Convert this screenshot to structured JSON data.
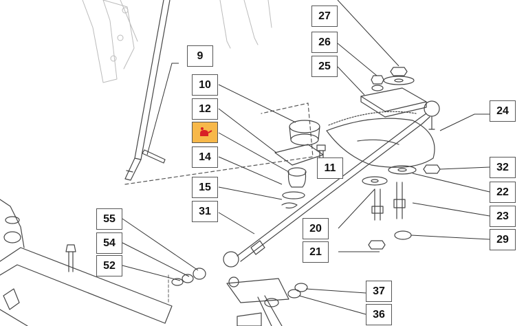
{
  "diagram": {
    "title": "Steering linkage exploded parts view",
    "callouts": [
      "27",
      "26",
      "25",
      "9",
      "10",
      "12",
      "14",
      "15",
      "31",
      "11",
      "24",
      "32",
      "22",
      "23",
      "29",
      "20",
      "21",
      "55",
      "54",
      "52",
      "37",
      "36"
    ],
    "highlight": {
      "icon": "oil-can-icon",
      "color": "#f7b84a"
    },
    "colors": {
      "line": "#333333",
      "box_border": "#555555",
      "accent": "#d81f26"
    }
  }
}
